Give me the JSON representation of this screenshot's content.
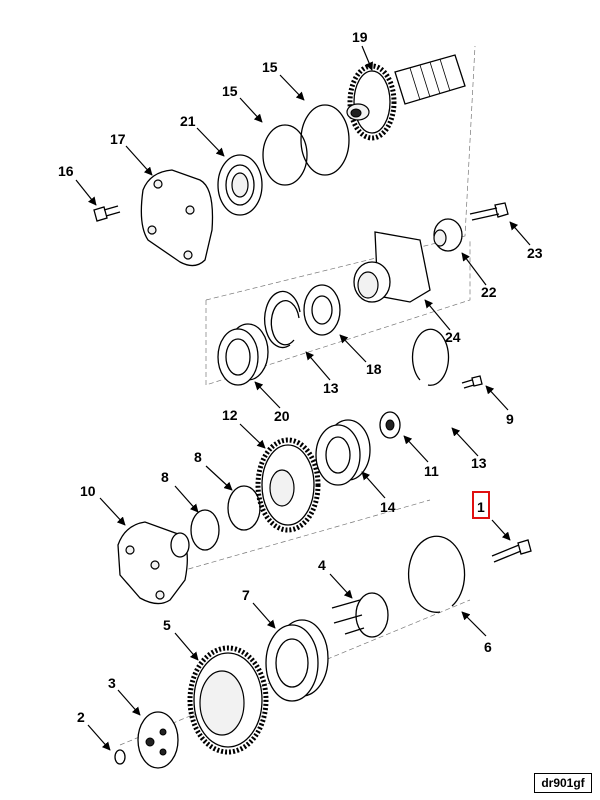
{
  "callouts": {
    "c19": "19",
    "c15a": "15",
    "c15b": "15",
    "c21": "21",
    "c17": "17",
    "c16": "16",
    "c23": "23",
    "c22": "22",
    "c24": "24",
    "c13a": "13",
    "c18": "18",
    "c20": "20",
    "c12": "12",
    "c9": "9",
    "c11": "11",
    "c13b": "13",
    "c14": "14",
    "c8a": "8",
    "c8b": "8",
    "c10": "10",
    "c1": "1",
    "c4": "4",
    "c7": "7",
    "c5": "5",
    "c3": "3",
    "c6": "6",
    "c2": "2"
  },
  "highlight": {
    "callout": "1",
    "color": "#e01010"
  },
  "figure_id": "dr901gf"
}
